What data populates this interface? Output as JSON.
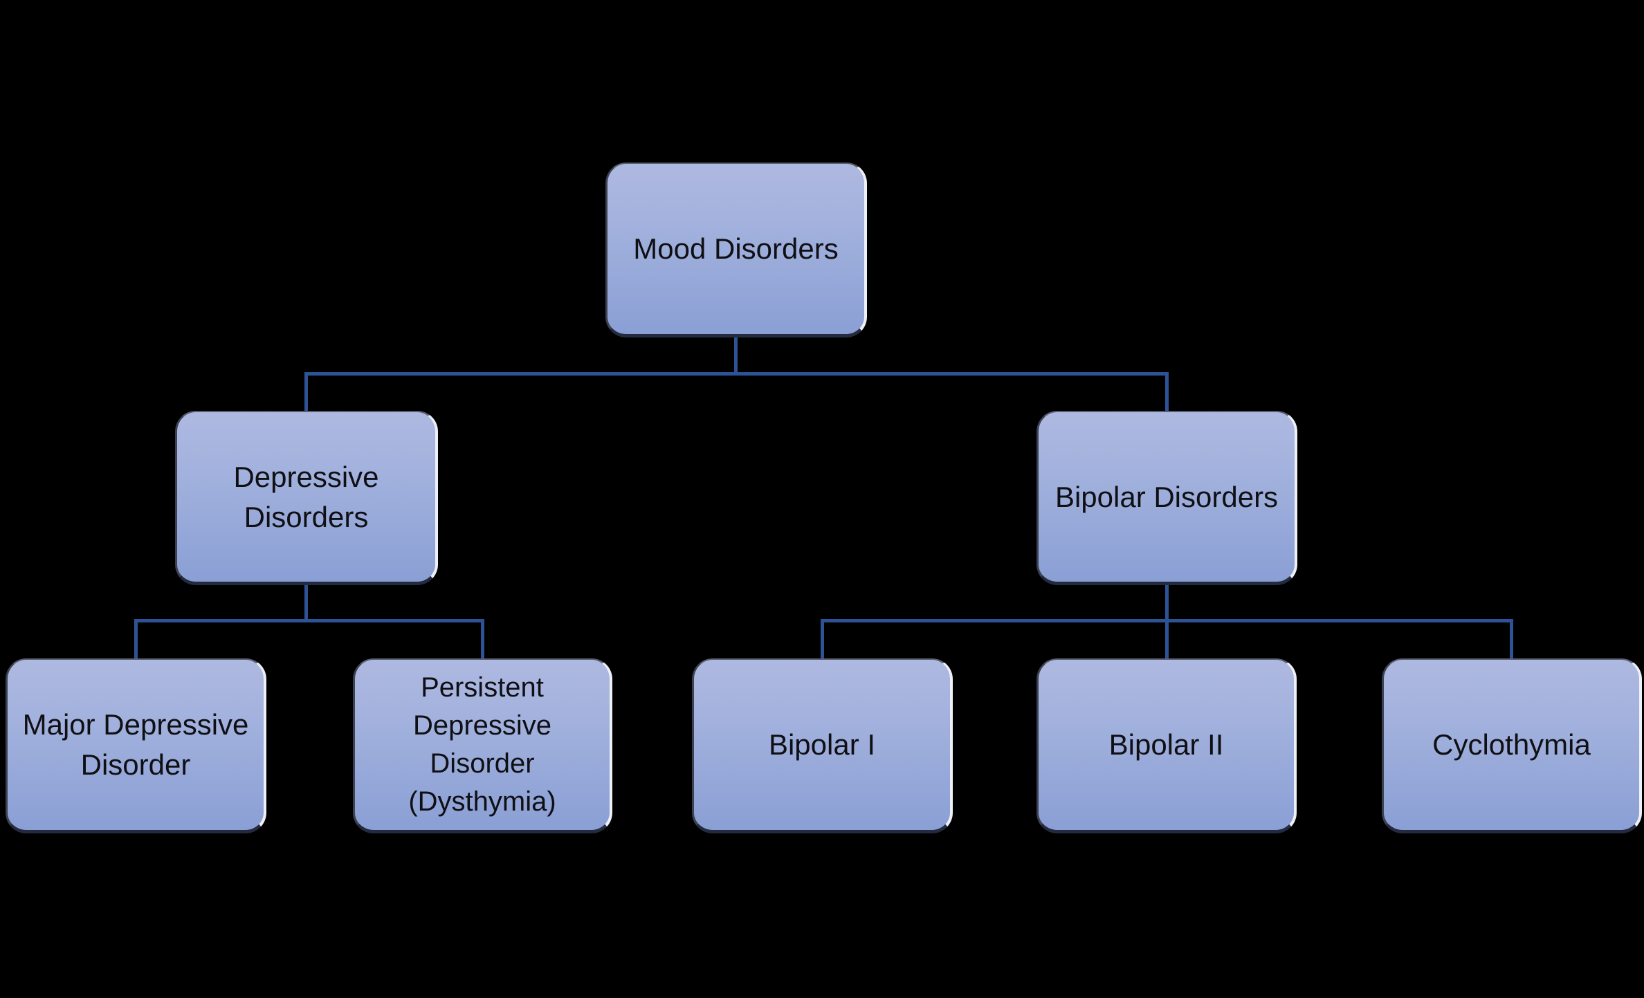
{
  "diagram": {
    "type": "hierarchy",
    "colors": {
      "background": "#000000",
      "node_fill_top": "#aeb9e1",
      "node_fill_bottom": "#8a9fd5",
      "node_border_dark": "#242b3f",
      "node_border_highlight": "#eef0f8",
      "node_text": "#101014",
      "connector": "#2e5296"
    },
    "nodes": [
      {
        "id": "mood-disorders",
        "label": "Mood Disorders",
        "level": 0,
        "parent": null
      },
      {
        "id": "depressive-disorders",
        "label": "Depressive\nDisorders",
        "level": 1,
        "parent": "mood-disorders"
      },
      {
        "id": "bipolar-disorders",
        "label": "Bipolar Disorders",
        "level": 1,
        "parent": "mood-disorders"
      },
      {
        "id": "major-depressive-disorder",
        "label": "Major Depressive\nDisorder",
        "level": 2,
        "parent": "depressive-disorders"
      },
      {
        "id": "persistent-depressive-disorder",
        "label": "Persistent\nDepressive\nDisorder\n(Dysthymia)",
        "level": 2,
        "parent": "depressive-disorders"
      },
      {
        "id": "bipolar-i",
        "label": "Bipolar I",
        "level": 2,
        "parent": "bipolar-disorders"
      },
      {
        "id": "bipolar-ii",
        "label": "Bipolar II",
        "level": 2,
        "parent": "bipolar-disorders"
      },
      {
        "id": "cyclothymia",
        "label": "Cyclothymia",
        "level": 2,
        "parent": "bipolar-disorders"
      }
    ]
  }
}
